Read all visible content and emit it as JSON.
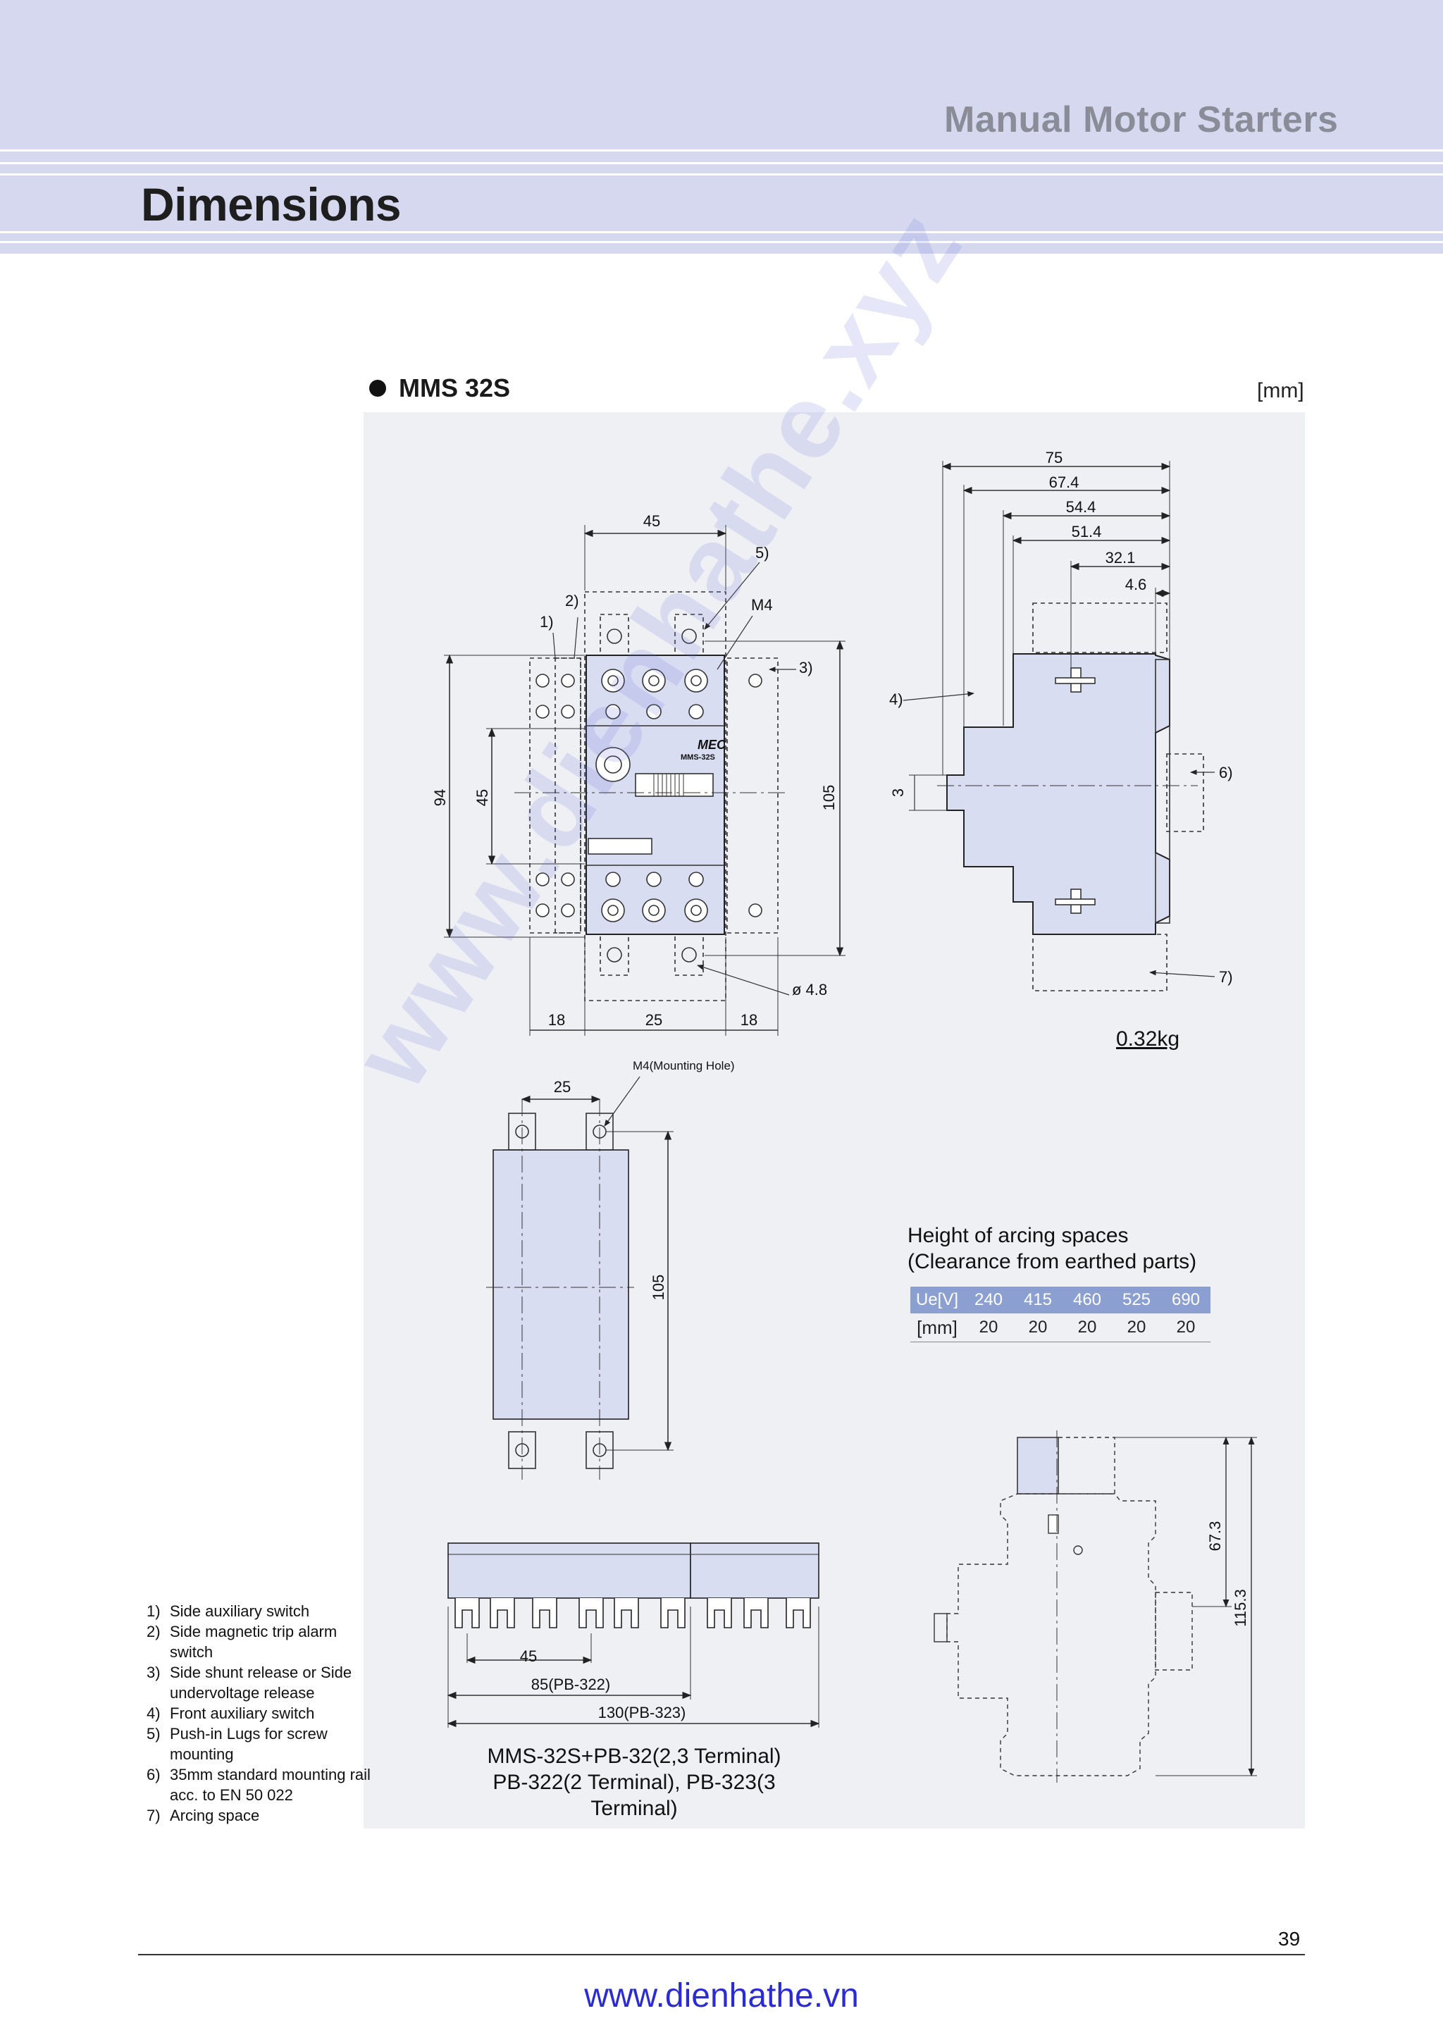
{
  "header": {
    "section_title": "Manual Motor Starters",
    "page_title": "Dimensions"
  },
  "model": {
    "name": "MMS 32S",
    "unit": "[mm]"
  },
  "weight": "0.32kg",
  "front_view": {
    "dims": {
      "width_top": "45",
      "height_outer": "94",
      "height_inner": "45",
      "height_right": "105",
      "bottom_left": "18",
      "bottom_mid": "25",
      "bottom_right": "18",
      "hole": "ø 4.8",
      "screw": "M4"
    },
    "callouts": [
      "1)",
      "2)",
      "3)",
      "5)"
    ],
    "device_brand": "MEC",
    "device_model": "MMS-32S"
  },
  "side_view": {
    "dims": [
      "75",
      "67.4",
      "54.4",
      "51.4",
      "32.1",
      "4.6"
    ],
    "dim_small": "3",
    "callouts": [
      "4)",
      "6)",
      "7)"
    ]
  },
  "mounting_view": {
    "hole_label": "M4(Mounting Hole)",
    "width": "25",
    "height": "105"
  },
  "busbar_view": {
    "dims": [
      "45",
      "85(PB-322)",
      "130(PB-323)"
    ],
    "caption_line1": "MMS-32S+PB-32(2,3 Terminal)",
    "caption_line2": "PB-322(2 Terminal), PB-323(3 Terminal)"
  },
  "busbar_side_view": {
    "dims": [
      "67.3",
      "115.3"
    ]
  },
  "arcing": {
    "title_line1": "Height of arcing spaces",
    "title_line2": "(Clearance from earthed parts)",
    "header": [
      "Ue[V]",
      "240",
      "415",
      "460",
      "525",
      "690"
    ],
    "row": [
      "[mm]",
      "20",
      "20",
      "20",
      "20",
      "20"
    ]
  },
  "legend": [
    {
      "num": "1)",
      "text": "Side auxiliary switch"
    },
    {
      "num": "2)",
      "text": "Side magnetic trip alarm switch"
    },
    {
      "num": "3)",
      "text": "Side shunt release or Side undervoltage release"
    },
    {
      "num": "4)",
      "text": "Front auxiliary switch"
    },
    {
      "num": "5)",
      "text": "Push-in Lugs for screw mounting"
    },
    {
      "num": "6)",
      "text": "35mm standard mounting rail acc. to EN 50 022"
    },
    {
      "num": "7)",
      "text": "Arcing space"
    }
  ],
  "watermark": "www.dienhathe.xyz",
  "page_number": "39",
  "website": "www.dienhathe.vn"
}
